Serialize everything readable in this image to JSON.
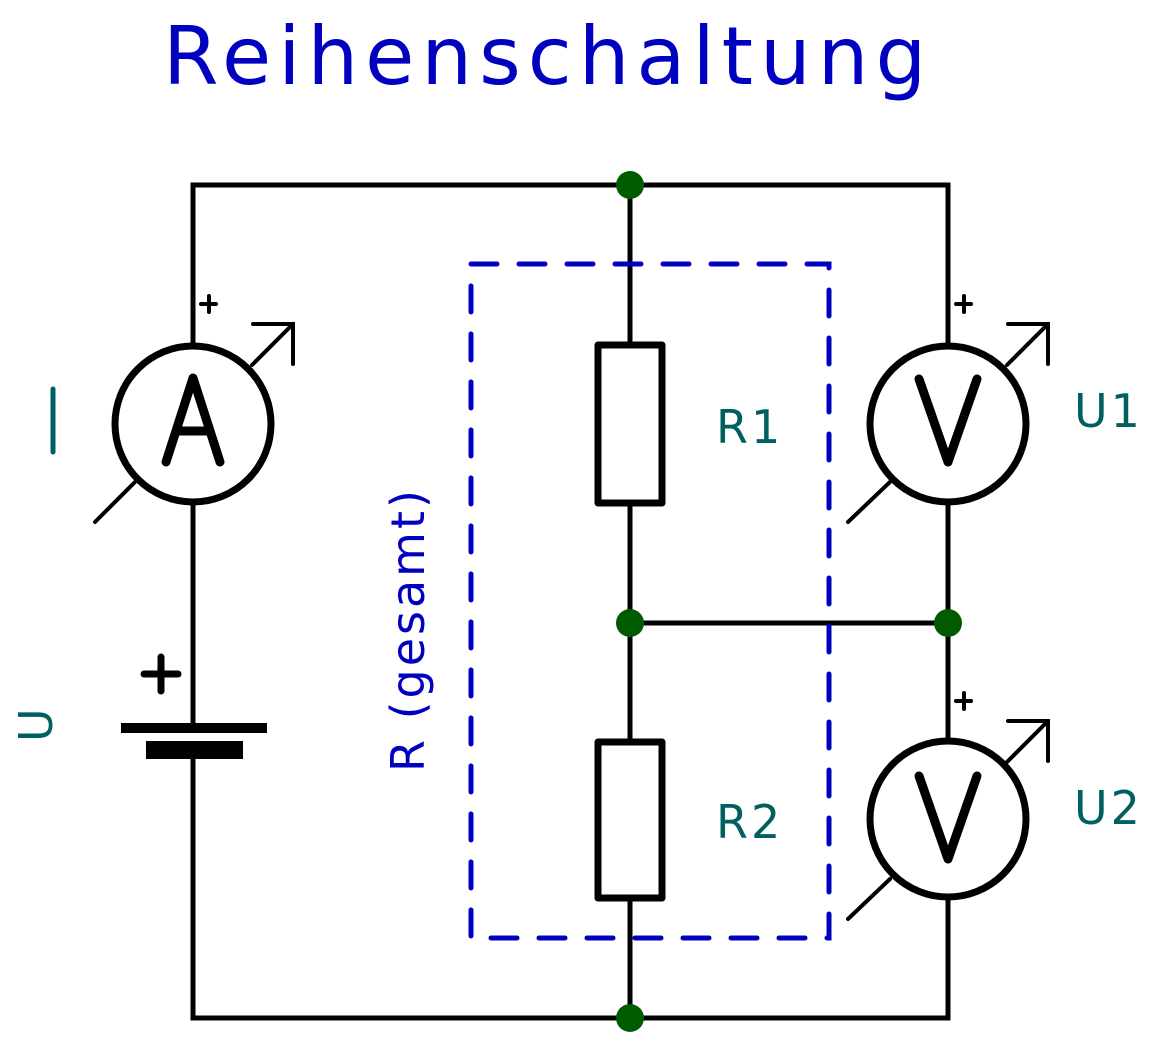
{
  "title": "Reihenschaltung",
  "colors": {
    "wire": "#000000",
    "junction": "#005a00",
    "title": "#0000c0",
    "reference": "#006060",
    "group_box": "#0000c0"
  },
  "components": {
    "ammeter": {
      "symbol": "A",
      "reference": "I",
      "polarity": "+"
    },
    "battery": {
      "reference": "U",
      "polarity": "+"
    },
    "resistor1": {
      "reference": "R1"
    },
    "resistor2": {
      "reference": "R2"
    },
    "voltmeter1": {
      "symbol": "V",
      "reference": "U1",
      "polarity": "+"
    },
    "voltmeter2": {
      "symbol": "V",
      "reference": "U2",
      "polarity": "+"
    }
  },
  "group": {
    "label": "R (gesamt)"
  }
}
